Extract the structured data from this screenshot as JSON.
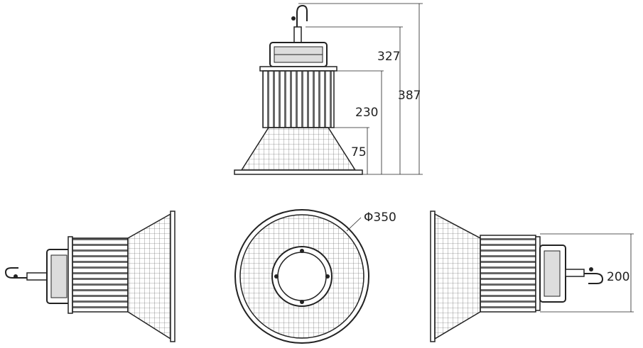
{
  "dimensions": {
    "total_height": "387",
    "body_height": "327",
    "heatsink_height": "230",
    "reflector_height": "75",
    "diameter": "Φ350",
    "side_depth": "200"
  },
  "colors": {
    "line": "#222222",
    "background": "#ffffff"
  }
}
